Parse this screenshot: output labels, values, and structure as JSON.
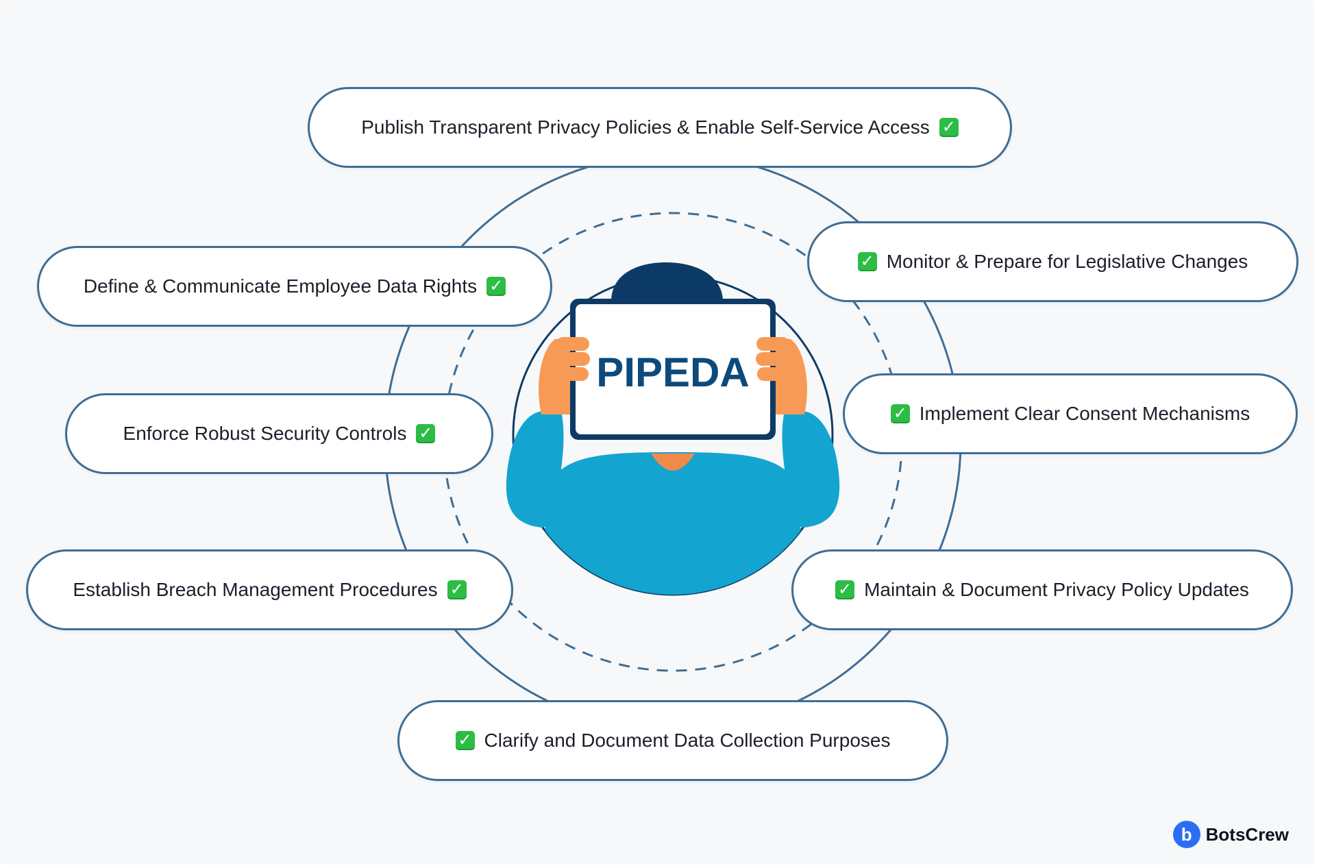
{
  "center": {
    "sign_text": "PIPEDA"
  },
  "items": [
    {
      "label": "Publish Transparent Privacy Policies & Enable Self-Service Access",
      "check": "after"
    },
    {
      "label": "Monitor & Prepare for Legislative Changes",
      "check": "before"
    },
    {
      "label": "Implement Clear Consent Mechanisms",
      "check": "before"
    },
    {
      "label": "Maintain & Document Privacy Policy Updates",
      "check": "before"
    },
    {
      "label": "Clarify and Document Data Collection Purposes",
      "check": "before"
    },
    {
      "label": "Establish Breach Management Procedures",
      "check": "after"
    },
    {
      "label": "Enforce Robust Security Controls",
      "check": "after"
    },
    {
      "label": "Define & Communicate Employee Data Rights",
      "check": "after"
    }
  ],
  "check_glyph": "✓",
  "brand": {
    "mark": "b",
    "name": "BotsCrew"
  },
  "colors": {
    "ring": "#3f6d93",
    "pill_border": "#3f6d93",
    "sign_text": "#0d4a7c",
    "shirt": "#14a4d0",
    "skin": "#f79a56",
    "hair": "#0b3a66",
    "check": "#2dbd45",
    "brand_mark": "#2b6ef2"
  },
  "icons": [
    "check-icon",
    "person-illustration",
    "brand-logo-icon"
  ]
}
